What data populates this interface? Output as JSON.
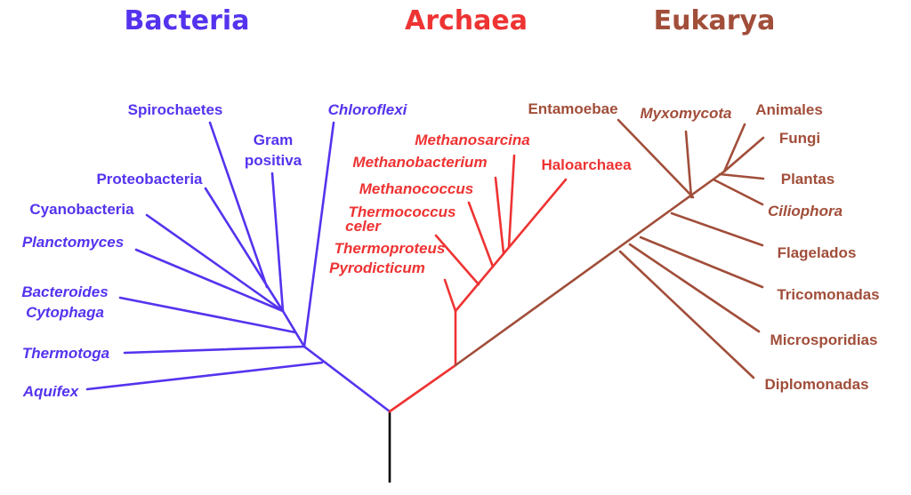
{
  "colors": {
    "bacteria": "#5533ee",
    "archaea": "#ee3333",
    "eukarya": "#a14e3a",
    "root": "#000000",
    "background": "#ffffff"
  },
  "domains": {
    "bacteria": "Bacteria",
    "archaea": "Archaea",
    "eukarya": "Eukarya"
  },
  "bacteria_taxa": {
    "spirochaetes": "Spirochaetes",
    "gram_line1": "Gram",
    "gram_line2": "positiva",
    "chloroflexi": "Chloroflexi",
    "proteobacteria": "Proteobacteria",
    "cyanobacteria": "Cyanobacteria",
    "planctomyces": "Planctomyces",
    "bacteroides_line1": "Bacteroides",
    "bacteroides_line2": "Cytophaga",
    "thermotoga": "Thermotoga",
    "aquifex": "Aquifex"
  },
  "archaea_taxa": {
    "methanosarcina": "Methanosarcina",
    "methanobacterium": "Methanobacterium",
    "haloarchaea": "Haloarchaea",
    "methanococcus": "Methanococcus",
    "thermococcus_line1": "Thermococcus",
    "thermococcus_line2": "celer",
    "thermoproteus": "Thermoproteus",
    "pyrodicticum": "Pyrodicticum"
  },
  "eukarya_taxa": {
    "entamoebae": "Entamoebae",
    "myxomycota": "Myxomycota",
    "animales": "Animales",
    "fungi": "Fungi",
    "plantas": "Plantas",
    "ciliophora": "Ciliophora",
    "flagelados": "Flagelados",
    "tricomonadas": "Tricomonadas",
    "microsporidias": "Microsporidias",
    "diplomonadas": "Diplomonadas"
  }
}
